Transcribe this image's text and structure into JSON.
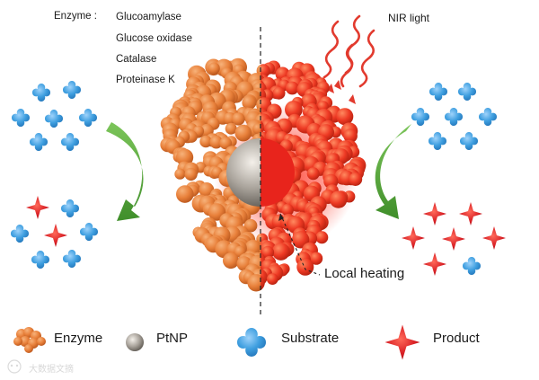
{
  "enzyme_list": {
    "header": "Enzyme :",
    "items": [
      "Glucoamylase",
      "Glucose oxidase",
      "Catalase",
      "Proteinase K"
    ]
  },
  "nir_label": "NIR light",
  "heating_label": "Local heating",
  "legend": {
    "enzyme": "Enzyme",
    "ptnp": "PtNP",
    "substrate": "Substrate",
    "product": "Product"
  },
  "watermark": "大数据文摘",
  "colors": {
    "enzyme_orange": "#e8803a",
    "heated_red": "#ee3a24",
    "substrate_blue": "#3f9fe0",
    "product_red": "#d81e24",
    "arrow_green": "#4aa032",
    "nir_arrow": "#e23a2e",
    "ptnp_gray": "#a9a39b"
  }
}
